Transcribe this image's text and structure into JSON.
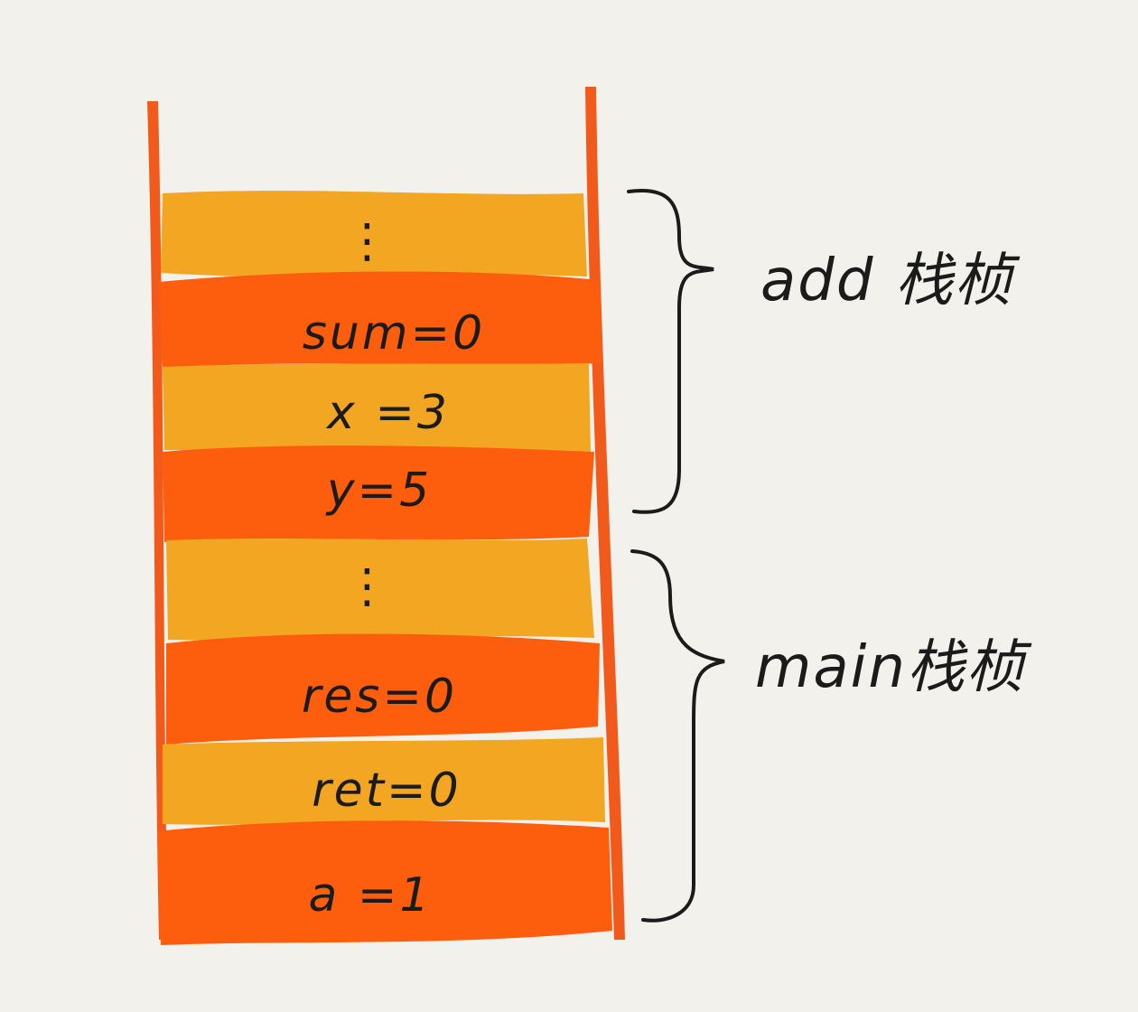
{
  "colors": {
    "background": "#f3f1ec",
    "stack_wall": "#f25a1c",
    "slot_dark": "#fd5e0e",
    "slot_light": "#f2a622",
    "ink": "#1b1b1b"
  },
  "stack": {
    "slots": [
      {
        "text": "⋮",
        "tone": "light"
      },
      {
        "text": "sum=0",
        "tone": "dark"
      },
      {
        "text": "x =3",
        "tone": "light"
      },
      {
        "text": "y=5",
        "tone": "dark"
      },
      {
        "text": "⋮",
        "tone": "light"
      },
      {
        "text": "res=0",
        "tone": "dark"
      },
      {
        "text": "ret=0",
        "tone": "light"
      },
      {
        "text": "a =1",
        "tone": "dark"
      }
    ]
  },
  "frames": {
    "add": {
      "label": "add 栈桢"
    },
    "main": {
      "label": "main栈桢"
    }
  }
}
